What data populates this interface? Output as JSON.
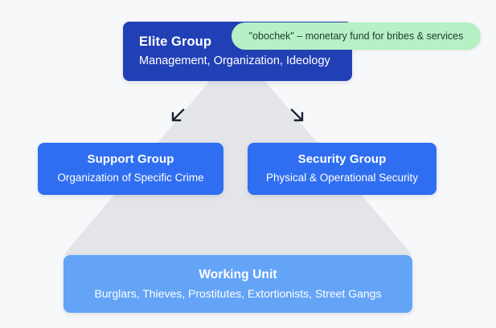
{
  "background_color": "#f7f8fa",
  "colors": {
    "elite": "#2240b5",
    "tier2": "#2f6ef0",
    "working": "#63a4f7",
    "tooltip": "#b6f0c4",
    "pyramid": "#e4e5e8",
    "arrow": "#1b2435"
  },
  "tiers": {
    "elite": {
      "title": "Elite Group",
      "subtitle": "Management, Organization, Ideology"
    },
    "support": {
      "title": "Support Group",
      "subtitle": "Organization of Specific Crime"
    },
    "security": {
      "title": "Security Group",
      "subtitle": "Physical & Operational Security"
    },
    "working": {
      "title": "Working Unit",
      "subtitle": "Burglars, Thieves, Prostitutes, Extortionists, Street Gangs"
    }
  },
  "tooltip": {
    "text": "\"obochek\" – monetary fund for bribes & services"
  },
  "arrows": {
    "left": "arrow-down-left-icon",
    "right": "arrow-down-right-icon"
  }
}
